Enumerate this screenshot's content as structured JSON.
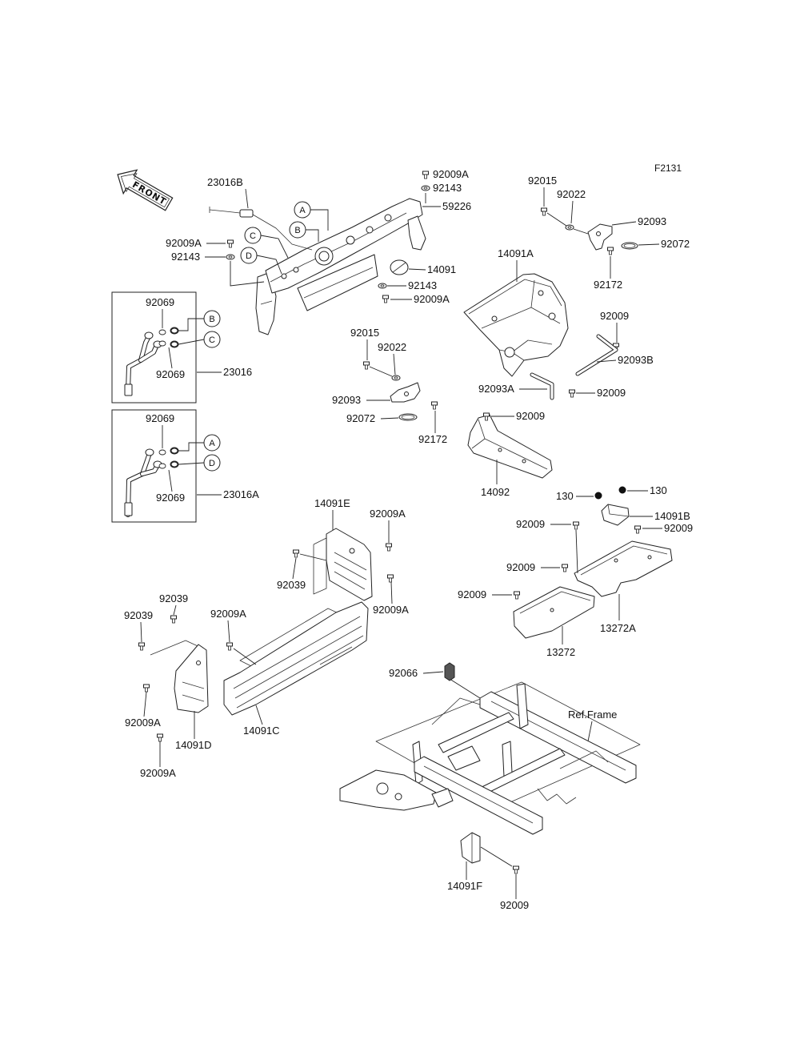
{
  "figure_code": "F2131",
  "front_label": "FRONT",
  "frame_ref_label": "Ref.Frame",
  "ref_markers": {
    "a": "A",
    "b": "B",
    "c": "C",
    "d": "D"
  },
  "callouts": {
    "dash_assembly": [
      "23016B",
      "92009A",
      "92143",
      "59226",
      "92009A",
      "92143",
      "14091",
      "92143",
      "92009A"
    ],
    "rear_tray": [
      "92015",
      "92022",
      "92093",
      "92072",
      "14091A",
      "92172",
      "92009",
      "92093B",
      "92093A",
      "92009"
    ],
    "center_bracket": [
      "92015",
      "92022",
      "92093",
      "92072",
      "92172"
    ],
    "floor_guards": [
      "92009",
      "14092",
      "130",
      "130",
      "14091B",
      "92009",
      "92009",
      "92009",
      "92009",
      "13272A",
      "13272"
    ],
    "harness_detail_1": [
      "92069",
      "92069",
      "23016"
    ],
    "harness_detail_2": [
      "92069",
      "92069",
      "23016A"
    ],
    "side_guards": [
      "14091E",
      "92009A",
      "92039",
      "92009A",
      "92039",
      "92039",
      "92009A",
      "92009A",
      "14091D",
      "14091C",
      "92009A"
    ],
    "frame": [
      "92066",
      "14091F",
      "92009"
    ]
  }
}
